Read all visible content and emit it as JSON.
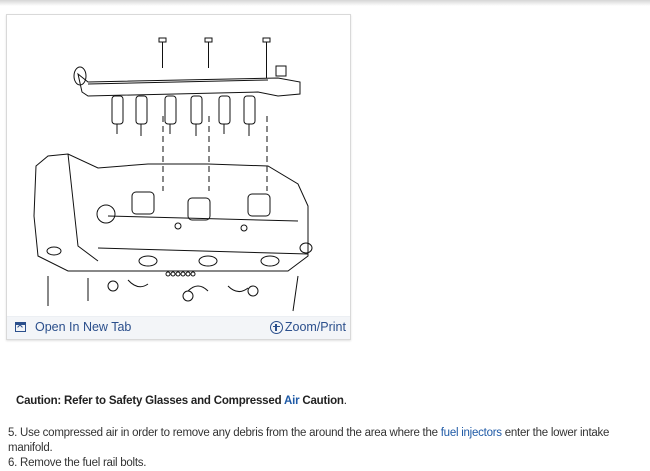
{
  "figure": {
    "alt": "Fuel rail and injector assembly exploded above engine cylinder head",
    "open_in_new_tab_label": "Open In New Tab",
    "zoom_print_label": "Zoom/Print",
    "icons": {
      "open_tab": "open-in-new-tab-icon",
      "zoom_print": "zoom-plus-circle-icon"
    }
  },
  "caution": {
    "prefix": "Caution: Refer to Safety Glasses and Compressed ",
    "link_text": "Air",
    "suffix": " Caution",
    "period": "."
  },
  "steps": [
    {
      "number": "5.",
      "text_before": " Use compressed air in order to remove any debris from the around the area where the ",
      "link_text": "fuel injectors",
      "text_after": " enter the lower intake manifold."
    },
    {
      "number": "6.",
      "text_before": " Remove the fuel rail bolts.",
      "link_text": "",
      "text_after": ""
    }
  ],
  "colors": {
    "link": "#1f5aa6",
    "footer_link": "#2b4f8c",
    "footer_bg": "#f3f5f8"
  }
}
